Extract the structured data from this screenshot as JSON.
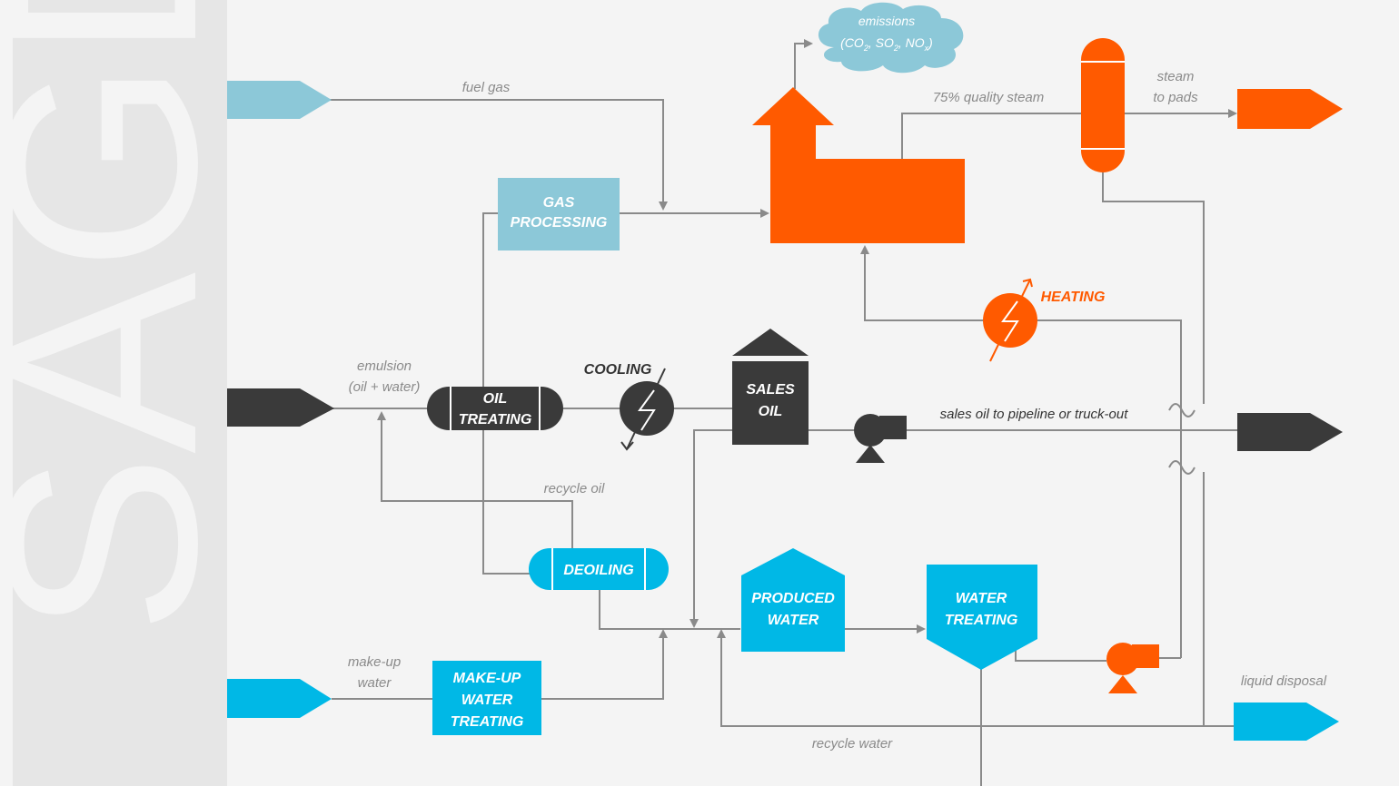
{
  "title_watermark": "SAGD",
  "colors": {
    "background": "#f4f4f4",
    "sidebar": "#e6e6e6",
    "orange": "#ff5a00",
    "dark": "#3a3a3a",
    "cyan": "#00b8e6",
    "light_blue": "#8cc8d8",
    "pipe": "#8a8a8a",
    "label": "#8a8a8a"
  },
  "units": {
    "gas_processing": [
      "GAS",
      "PROCESSING"
    ],
    "oil_treating": [
      "OIL",
      "TREATING"
    ],
    "sales_oil": [
      "SALES",
      "OIL"
    ],
    "deoiling": "DEOILING",
    "produced_water": [
      "PRODUCED",
      "WATER"
    ],
    "water_treating": [
      "WATER",
      "TREATING"
    ],
    "makeup_water_treating": [
      "MAKE-UP",
      "WATER",
      "TREATING"
    ]
  },
  "operations": {
    "cooling": "COOLING",
    "heating": "HEATING"
  },
  "streams": {
    "fuel_gas": "fuel gas",
    "emissions": "emissions",
    "emissions_formula": [
      "(CO",
      "2",
      ", SO",
      "2",
      ", NO",
      "x",
      ")"
    ],
    "quality_steam": "75% quality steam",
    "steam_to_pads": [
      "steam",
      "to pads"
    ],
    "emulsion": [
      "emulsion",
      "(oil + water)"
    ],
    "sales_oil_out": "sales oil to pipeline or truck-out",
    "recycle_oil": "recycle oil",
    "makeup_water": [
      "make-up",
      "water"
    ],
    "liquid_disposal": "liquid disposal",
    "recycle_water": "recycle water"
  }
}
